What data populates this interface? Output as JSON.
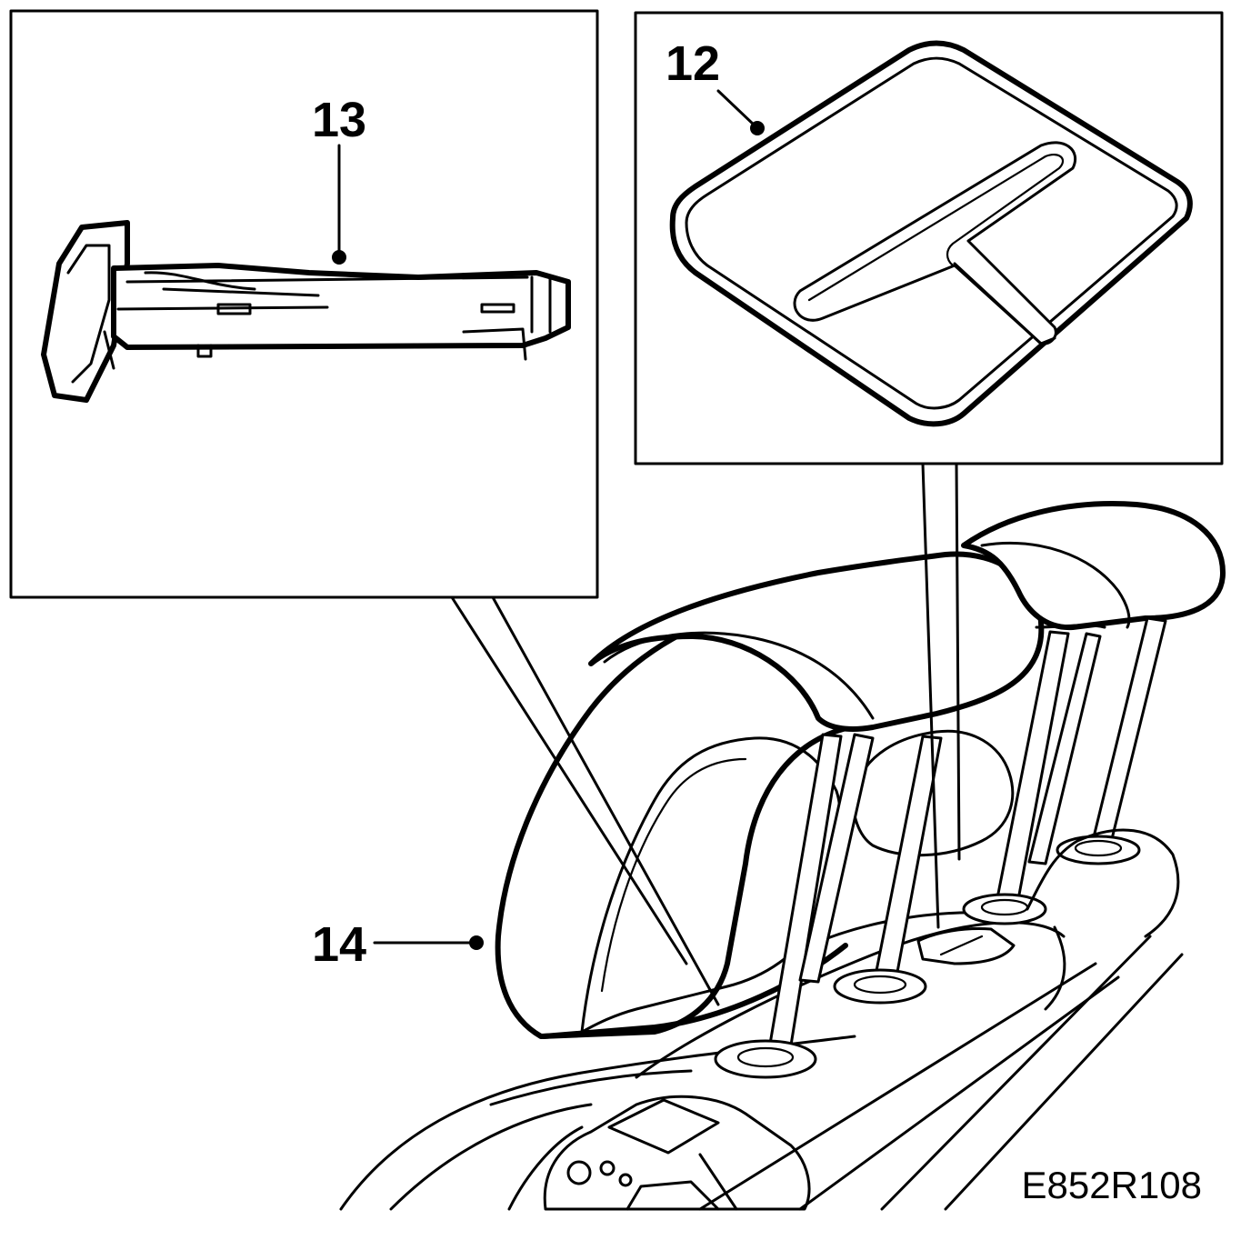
{
  "diagram_code": "E852R108",
  "callouts": {
    "c12": {
      "number": "12"
    },
    "c13": {
      "number": "13"
    },
    "c14": {
      "number": "14"
    }
  },
  "colors": {
    "line": "#000000",
    "background": "#ffffff"
  }
}
